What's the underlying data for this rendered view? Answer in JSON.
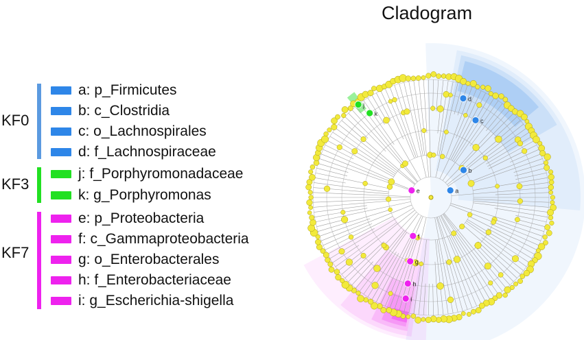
{
  "title": "Cladogram",
  "colors": {
    "KF0": "#2e86e8",
    "KF3": "#22e022",
    "KF7": "#ee22ee",
    "node": "#f2ea3c",
    "node_stroke": "#a89a10",
    "branch": "#a0a0a0"
  },
  "groups": [
    {
      "name": "KF0",
      "key": "KF0",
      "entries": [
        {
          "letter": "a",
          "text": "a: p_Firmicutes"
        },
        {
          "letter": "b",
          "text": "b: c_Clostridia"
        },
        {
          "letter": "c",
          "text": "c: o_Lachnospirales"
        },
        {
          "letter": "d",
          "text": "d: f_Lachnospiraceae"
        }
      ]
    },
    {
      "name": "KF3",
      "key": "KF3",
      "entries": [
        {
          "letter": "j",
          "text": "j: f_Porphyromonadaceae"
        },
        {
          "letter": "k",
          "text": "k: g_Porphyromonas"
        }
      ]
    },
    {
      "name": "KF7",
      "key": "KF7",
      "entries": [
        {
          "letter": "e",
          "text": "e: p_Proteobacteria"
        },
        {
          "letter": "f",
          "text": "f: c_Gammaproteobacteria"
        },
        {
          "letter": "g",
          "text": "g: o_Enterobacterales"
        },
        {
          "letter": "h",
          "text": "h: f_Enterobacteriaceae"
        },
        {
          "letter": "i",
          "text": "i: g_Escherichia-shigella"
        }
      ]
    }
  ],
  "cladogram_labels": [
    "a",
    "b",
    "c",
    "d",
    "e",
    "f",
    "g",
    "h",
    "i",
    "j",
    "k"
  ]
}
